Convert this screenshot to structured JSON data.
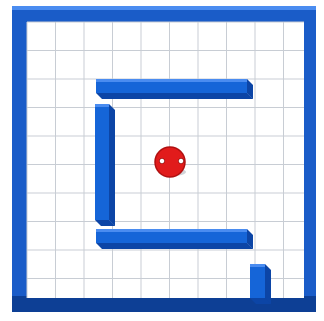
{
  "game": {
    "board": {
      "rows": 10,
      "cols": 10,
      "grid_color": "#c8cdd4",
      "floor_color": "#ffffff"
    },
    "colors": {
      "wall_front": "#1565d8",
      "wall_top": "#4a8cf0",
      "wall_side": "#0c45a6",
      "frame": "#1a5cc8",
      "frame_dark": "#0d3f95",
      "agent": "#e11b1b",
      "agent_dark": "#b01010"
    },
    "walls": [
      {
        "id": "top-bar",
        "orientation": "horizontal"
      },
      {
        "id": "left-bar",
        "orientation": "vertical"
      },
      {
        "id": "bottom-bar",
        "orientation": "horizontal"
      },
      {
        "id": "corner-post",
        "orientation": "post"
      }
    ],
    "agent": {
      "name": "red-ball",
      "eyes": 2
    }
  }
}
